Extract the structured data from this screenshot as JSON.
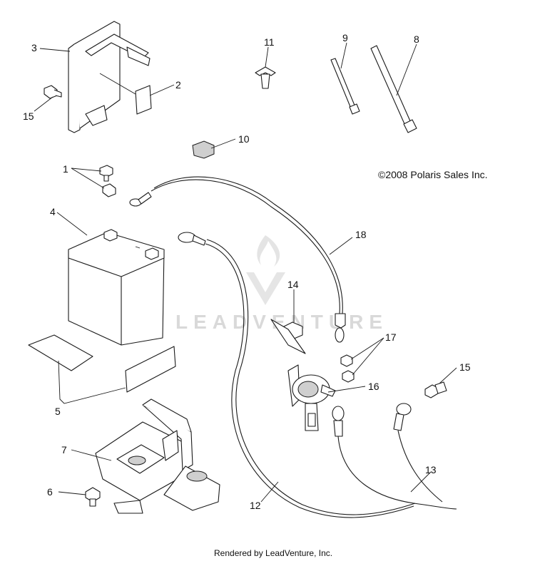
{
  "copyright": "©2008 Polaris Sales Inc.",
  "watermark": "LEADVENTURE",
  "footer": "Rendered by LeadVenture, Inc.",
  "callouts": {
    "c1": "1",
    "c2": "2",
    "c3": "3",
    "c4": "4",
    "c5": "5",
    "c6": "6",
    "c7": "7",
    "c8": "8",
    "c9": "9",
    "c10": "10",
    "c11": "11",
    "c12": "12",
    "c13": "13",
    "c14": "14",
    "c15a": "15",
    "c15b": "15",
    "c16": "16",
    "c17": "17",
    "c18": "18"
  },
  "colors": {
    "line": "#1a1a1a",
    "watermark": "#d9d9d9",
    "background": "#ffffff"
  }
}
